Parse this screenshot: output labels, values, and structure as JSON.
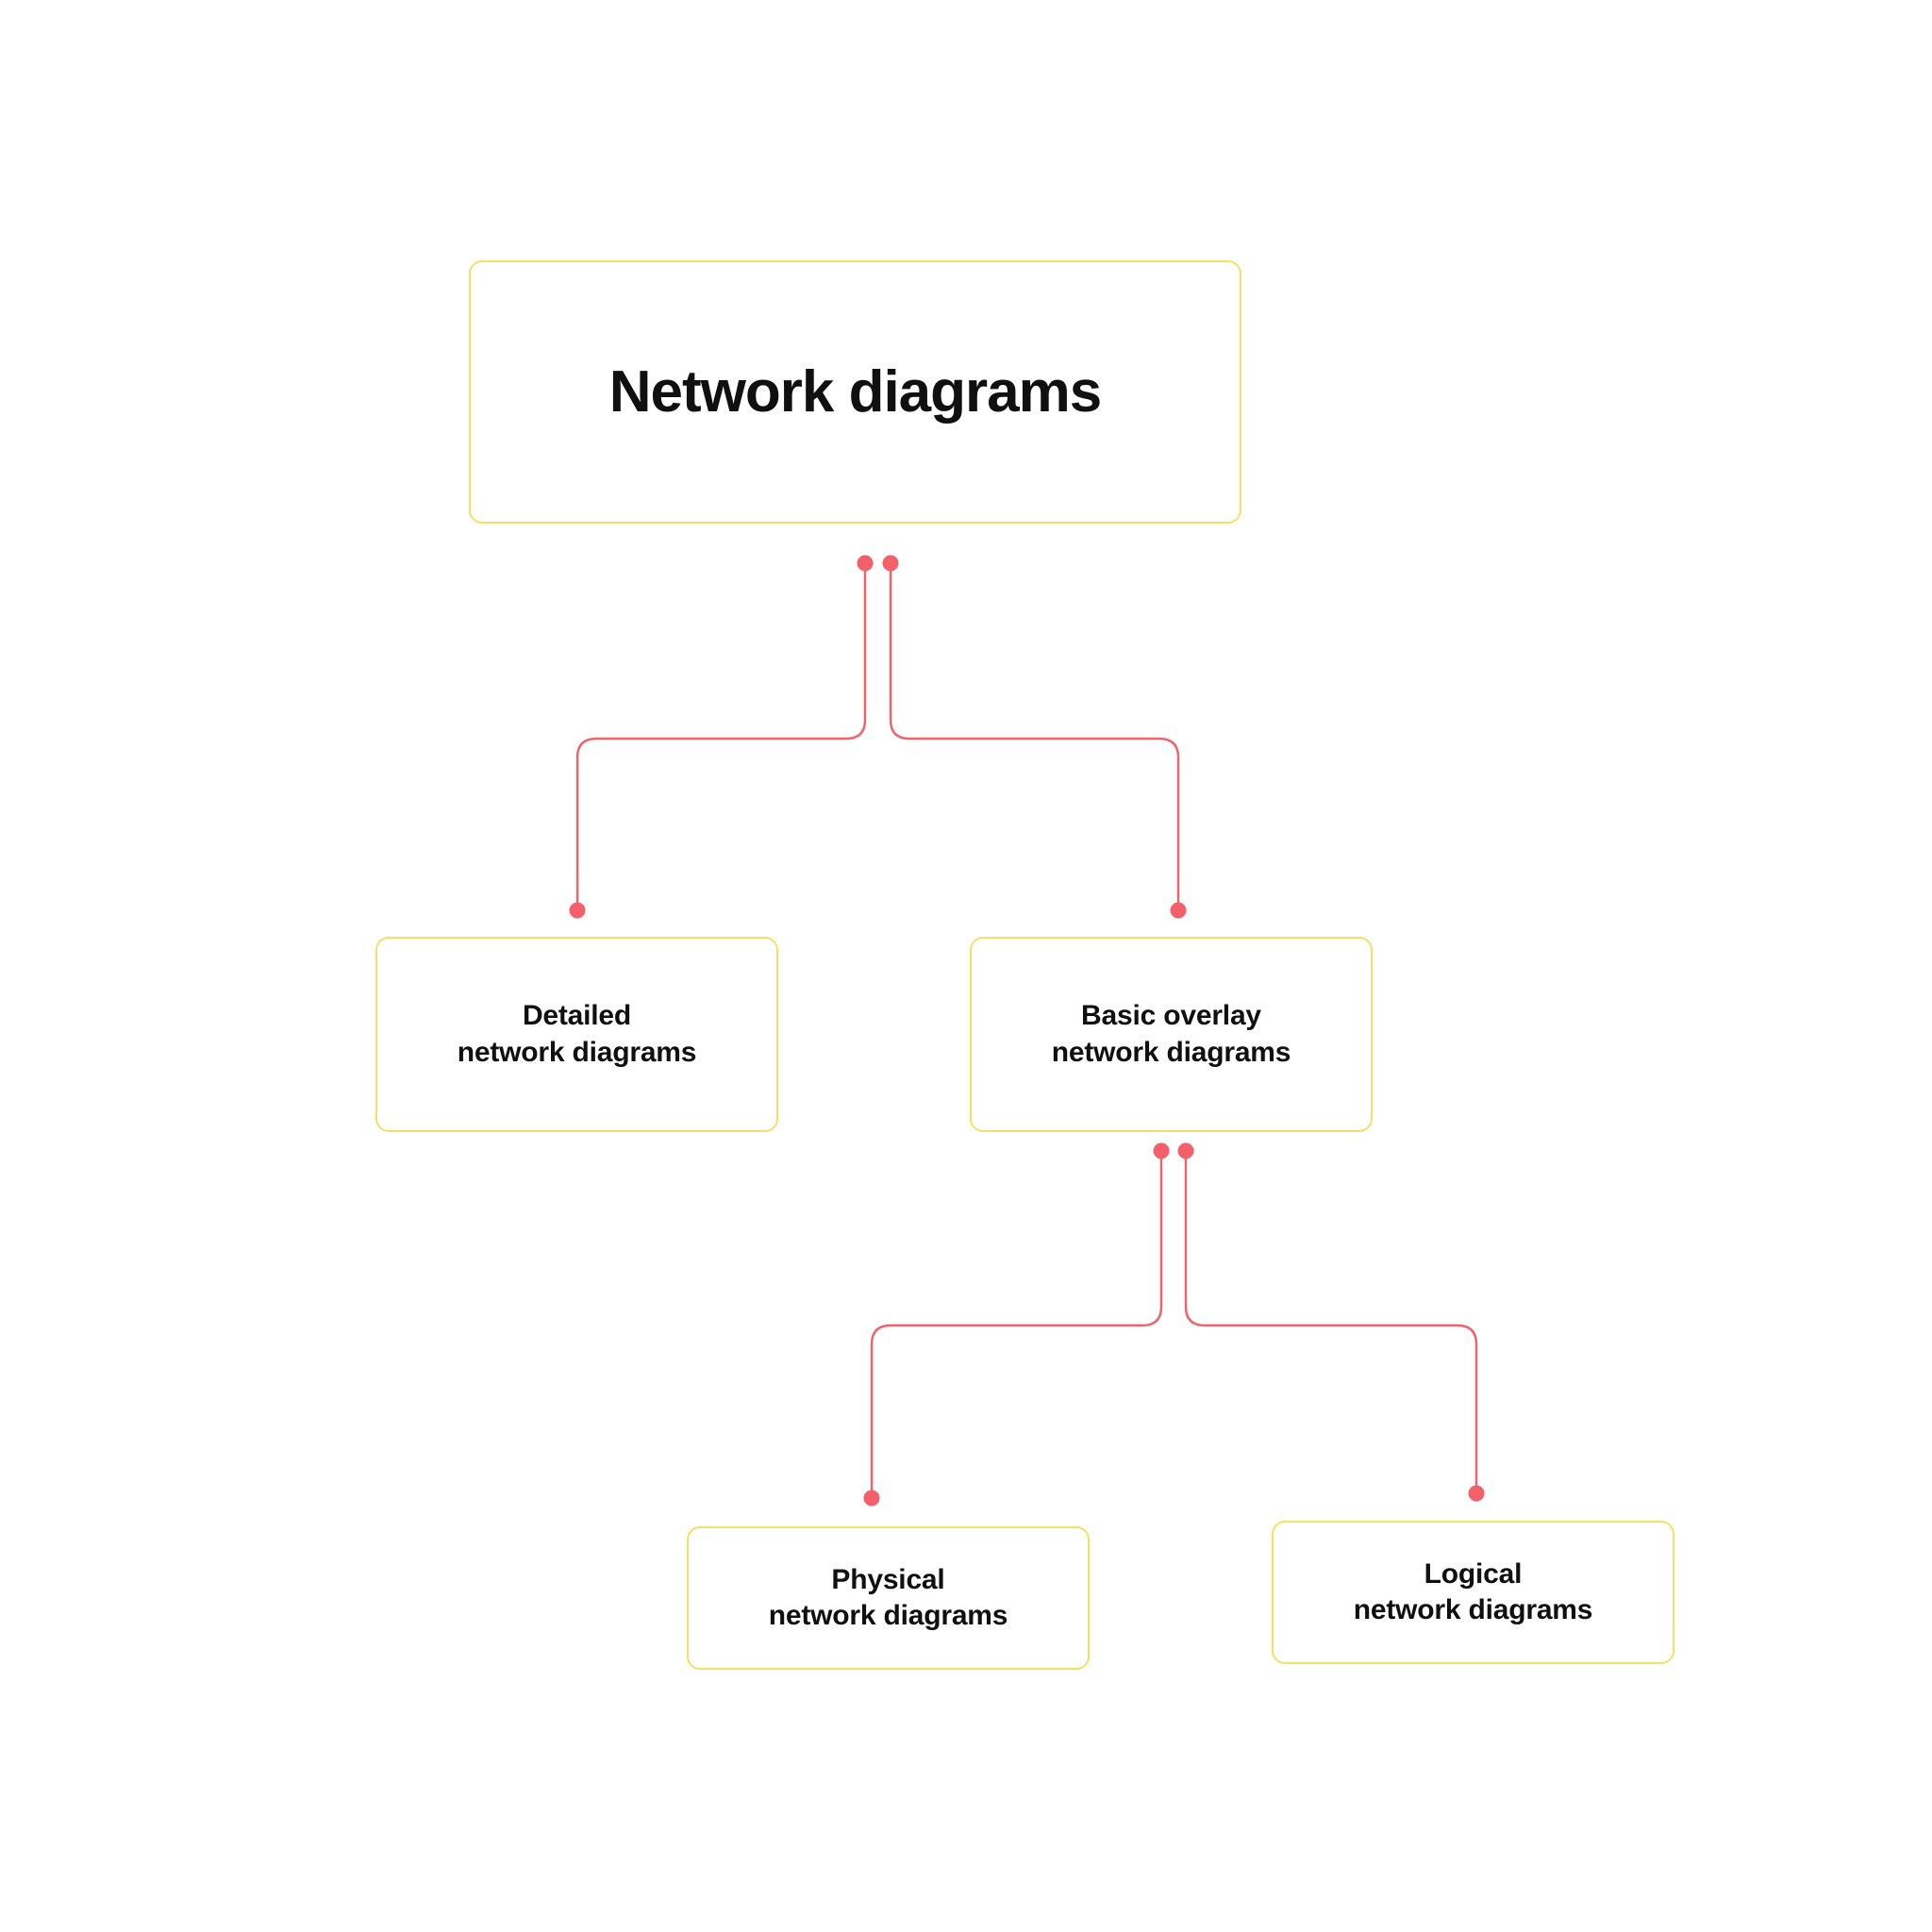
{
  "diagram": {
    "type": "hierarchy-tree",
    "title": "Network diagrams",
    "colors": {
      "node_border": "#f5e063",
      "node_background": "#ffffff",
      "connector": "#f4606a",
      "connector_dot": "#f4606a",
      "text": "#101010",
      "canvas_background": "#ffffff"
    },
    "nodes": {
      "root": {
        "label": "Network diagrams",
        "level": 0
      },
      "detailed": {
        "label": "Detailed\nnetwork diagrams",
        "level": 1
      },
      "basic_overlay": {
        "label": "Basic overlay\nnetwork diagrams",
        "level": 1
      },
      "physical": {
        "label": "Physical\nnetwork diagrams",
        "level": 2
      },
      "logical": {
        "label": "Logical\nnetwork diagrams",
        "level": 2
      }
    },
    "edges": [
      {
        "from": "root",
        "to": "detailed"
      },
      {
        "from": "root",
        "to": "basic_overlay"
      },
      {
        "from": "basic_overlay",
        "to": "physical"
      },
      {
        "from": "basic_overlay",
        "to": "logical"
      }
    ]
  }
}
